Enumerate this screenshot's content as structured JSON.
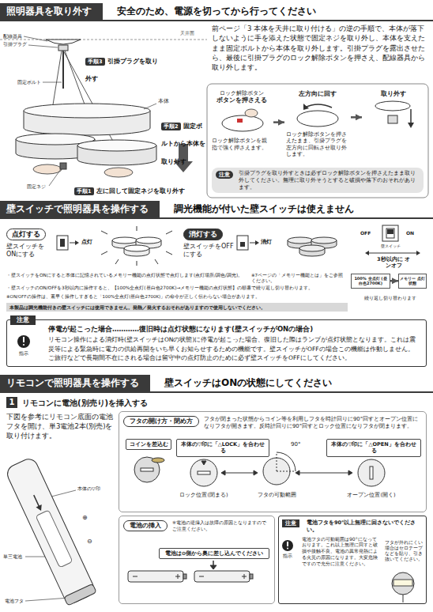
{
  "diagram": {
    "nodes": [
      {
        "text": [
          "照明器具を取り外す",
          "安全のため、電源を切ってから行ってください"
        ]
      },
      {
        "text": [
          "手順3",
          "引掛プラグを取り外す"
        ]
      },
      {
        "text": [
          "手順2",
          "固定ボルトから本体を取り外す"
        ]
      },
      {
        "text": [
          "手順1",
          "左に回して固定ネジを取り外す"
        ]
      },
      {
        "text": [
          "ロック解除ボタン",
          "ボタンを押さえる",
          "ロック解除ボタンを親指で強く押さえます。"
        ]
      },
      {
        "text": [
          "左方向に回す",
          "ロック解除ボタンを押さえたまま、引掛プラグを左方向に回転させ取り外します。"
        ]
      },
      {
        "text": [
          "取り外す"
        ]
      },
      {
        "text": [
          "注意",
          "引掛プラグを取り外すときは必ずロック解除ボタンを押さえたまま取り外してください。無理に取り外そうとすると破損や落下のおそれがあります。"
        ]
      },
      {
        "text": [
          "壁スイッチで照明器具を操作する",
          "調光機能が付いた壁スイッチは使えません"
        ]
      },
      {
        "text": [
          "点灯する",
          "壁スイッチをONにする"
        ]
      },
      {
        "text": [
          "消灯する",
          "壁スイッチをOFFにする"
        ]
      },
      {
        "text": [
          "100% 全点灯 (昼白色2700K)"
        ]
      },
      {
        "text": [
          "メモリー 点灯状態"
        ]
      },
      {
        "text": [
          "本製品は調光機能付きの壁スイッチには使用できません。発熱／発火するおそれがありますので使用しないでください。"
        ]
      },
      {
        "text": [
          "注意",
          "停電が起こった場合…………復旧時は点灯状態になります(壁スイッチがONの場合)",
          "リモコン操作による消灯時(壁スイッチはONの状態)に停電が起こった場合、復旧した際はランプが点灯状態となります。これは震災等による緊急時に電力の供給再開をいち早くお知らせするための機能です。壁スイッチがOFFの場合この機能は作動しません。ご旅行などで長期間不在にされる場合は留守中の点灯防止のために必ず壁スイッチをOFFにしてください。"
        ]
      },
      {
        "text": [
          "リモコンで照明器具を操作する",
          "壁スイッチはONの状態にしてください"
        ]
      },
      {
        "text": [
          "1",
          "リモコンに電池(別売り)を挿入する"
        ]
      },
      {
        "text": [
          "フタの開け方・閉め方",
          "フタが閉まった状態からコイン等を利用しフタを時計回りに90°回すとオープン位置になりフタが開きます。反時計回りに90°回すとロック位置になりフタが閉まります。"
        ]
      },
      {
        "text": [
          "コインを差込む"
        ],
        "in": 17
      },
      {
        "text": [
          "本体の▽印に「△LOCK」を合わせる"
        ],
        "in": 17
      },
      {
        "text": [
          "本体の▽印に「△OPEN」を合わせる"
        ],
        "in": 17
      },
      {
        "text": [
          "電池の挿入",
          "※電池の逆挿入は故障の原因となりますのでご注意ください。"
        ]
      },
      {
        "text": [
          "電池は⊖側から奥に差し込んでください"
        ],
        "in": 21
      },
      {
        "text": [
          "注意",
          "電池フタを90°以上無理に回さないでください。",
          "電池フタの可動範囲は90°になっております。これ以上無理に回すと破損や接触不良、電池の異常発熱による火災の原因になります。大変危険ですので充分に注意ください。",
          "フタが外れにくい場合はセロテープなどを貼り、引き抜いてください。"
        ]
      }
    ],
    "edges": [
      {
        "from": 4,
        "to": 5,
        "arrow": "to"
      },
      {
        "from": 5,
        "to": 6,
        "arrow": "to"
      },
      {
        "from": 11,
        "to": 12,
        "arrow": "to"
      }
    ],
    "labels": [
      "配線器具",
      "引掛プラグ",
      "天井面",
      "固定ボルト",
      "本体",
      "固定ネジ",
      "前ページ「3 本体を天井に取り付ける」の逆の手順で、本体が落下しないように手を添えた状態で固定ネジを取り外し、本体を支えたまま固定ボルトから本体を取り外します。引掛プラグを露出させたら、最後に引掛プラグのロック解除ボタンを押さえ、配線器具から取り外します。",
      "点灯",
      "消灯",
      "OFF",
      "ON",
      "壁スイッチ",
      "3秒以内に オンオフ",
      "繰り返し切り替わります",
      "・壁スイッチをONにすると本体に記憶されているメモリー機能の点灯状態で点灯します(点灯場所/調色/調光)。",
      "※7ページの「メモリー機能とは」をご参照ください。",
      "・壁スイッチのON/OFFを3秒以内に操作すると、【100%全点灯(昼白色2700K)→メモリー機能の点灯状態】の順番で繰り返し切り替わります。",
      "※ON/OFFの操作は、素早く操作しすぎると「100%全点灯(昼白色2700K)」の命令が正しく伝わらない場合があります。",
      "指示",
      "下図を参考にリモコン底面の電池フタを開け、単3電池2本(別売)を取り付けます。",
      "本体の▽印",
      "⊕",
      "⊖",
      "単三電池",
      "電池フタ",
      "90°",
      "ロック位置(閉まる)",
      "フタの可動範囲",
      "オープン位置(開く)",
      "指示"
    ]
  }
}
